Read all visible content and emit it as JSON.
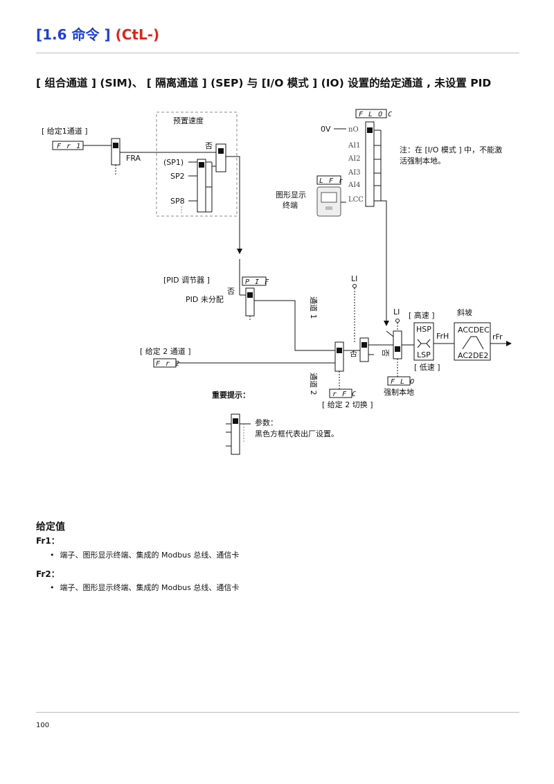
{
  "header": {
    "section": "[1.6 命令 ]",
    "code": "(CtL-)"
  },
  "section_title": "[ 组合通道 ] (SIM)、 [ 隔离通道 ] (SEP) 与 [I/O 模式 ] (IO) 设置的给定通道 , 未设置 PID",
  "diagram": {
    "preset_title": "预置速度",
    "ref1_label": "[ 给定1通道 ]",
    "ref1_code": "F r 1",
    "fra_label": "FRA",
    "no_1": "否",
    "sp1": "(SP1)",
    "sp2": "SP2",
    "sp8": "SP8",
    "floc_code": "F L O C",
    "zero_v": "0V",
    "floc_opts": [
      "nO",
      "AI1",
      "AI2",
      "AI3",
      "AI4",
      "LCC"
    ],
    "lfr_code": "L F r",
    "terminal_label_1": "图形显示",
    "terminal_label_2": "终端",
    "note_1": "注：在 [I/O 模式 ] 中，不能激",
    "note_2": "活强制本地。",
    "pid_label": "[PID 调节器 ]",
    "pif_code": "P I F",
    "no_2": "否",
    "pid_unassigned": "PID 未分配",
    "channel1": "通道 1",
    "li_1": "LI",
    "li_2": "LI",
    "hs_label": "[ 高速 ]",
    "hsp": "HSP",
    "lsp": "LSP",
    "ls_label": "[ 低速 ]",
    "ramp_label": "斜坡",
    "acc_dec": "ACCDEC",
    "ac2_de2": "AC2DE2",
    "frh": "FrH",
    "rfr": "rFr",
    "ref2_label": "[ 给定 2 通道 ]",
    "ref2_code": "F r 2",
    "no_3": "否",
    "no_4": "否",
    "channel2": "通道 2",
    "rfc_code": "r F C",
    "ref2_switch": "[ 给定 2 切换 ]",
    "flo_code": "F L O",
    "force_local": "强制本地",
    "important_label": "重要提示：",
    "legend_param": "参数：",
    "legend_desc": "黑色方框代表出厂设置。"
  },
  "reference": {
    "title": "给定值",
    "items": [
      {
        "label": "Fr1：",
        "bullet": "端子、图形显示终端、集成的 Modbus 总线、通信卡"
      },
      {
        "label": "Fr2：",
        "bullet": "端子、图形显示终端、集成的 Modbus 总线、通信卡"
      }
    ]
  },
  "page_number": "100"
}
